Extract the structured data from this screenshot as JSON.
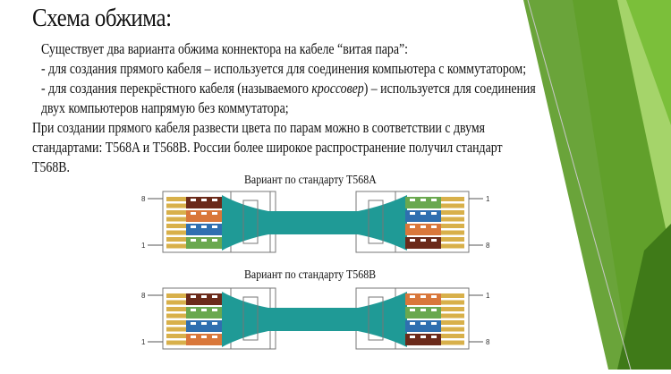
{
  "slide": {
    "title": "Схема обжима:",
    "intro": "Существует два варианта обжима коннектора на кабеле “витая пара”:",
    "bullet1": "- для создания прямого кабеля – используется для соединения компьютера с коммутатором;",
    "bullet2_pre": "- для создания перекрёстного кабеля (называемого ",
    "bullet2_em": "кроссовер",
    "bullet2_post": ") – используется для соединения",
    "bullet2_cont": "двух компьютеров напрямую без коммутатора;",
    "para_line1": "При создании прямого кабеля развести цвета по парам можно в соответствии с двумя",
    "para_line2": "стандартами: T568A и T568B. России более широкое распространение получил стандарт",
    "para_line3": "T568B."
  },
  "diagrams": [
    {
      "caption": "Вариант по стандарту T568A",
      "pin_left_top": "8",
      "pin_left_bottom": "1",
      "pin_right_top": "1",
      "pin_right_bottom": "8",
      "left_pairs": [
        "#6b2a1a",
        "#d9773a",
        "#2f6fb0",
        "#6aa84f"
      ],
      "right_pairs": [
        "#6aa84f",
        "#2f6fb0",
        "#d9773a",
        "#6b2a1a"
      ]
    },
    {
      "caption": "Вариант по стандарту T568B",
      "pin_left_top": "8",
      "pin_left_bottom": "1",
      "pin_right_top": "1",
      "pin_right_bottom": "8",
      "left_pairs": [
        "#6b2a1a",
        "#6aa84f",
        "#2f6fb0",
        "#d9773a"
      ],
      "right_pairs": [
        "#d9773a",
        "#6aa84f",
        "#2f6fb0",
        "#6b2a1a"
      ]
    }
  ],
  "colors": {
    "cable": "#1f9a96",
    "contact": "#d8b04a",
    "green_dark": "#4f8a1f",
    "green_light": "#8cc63f"
  }
}
